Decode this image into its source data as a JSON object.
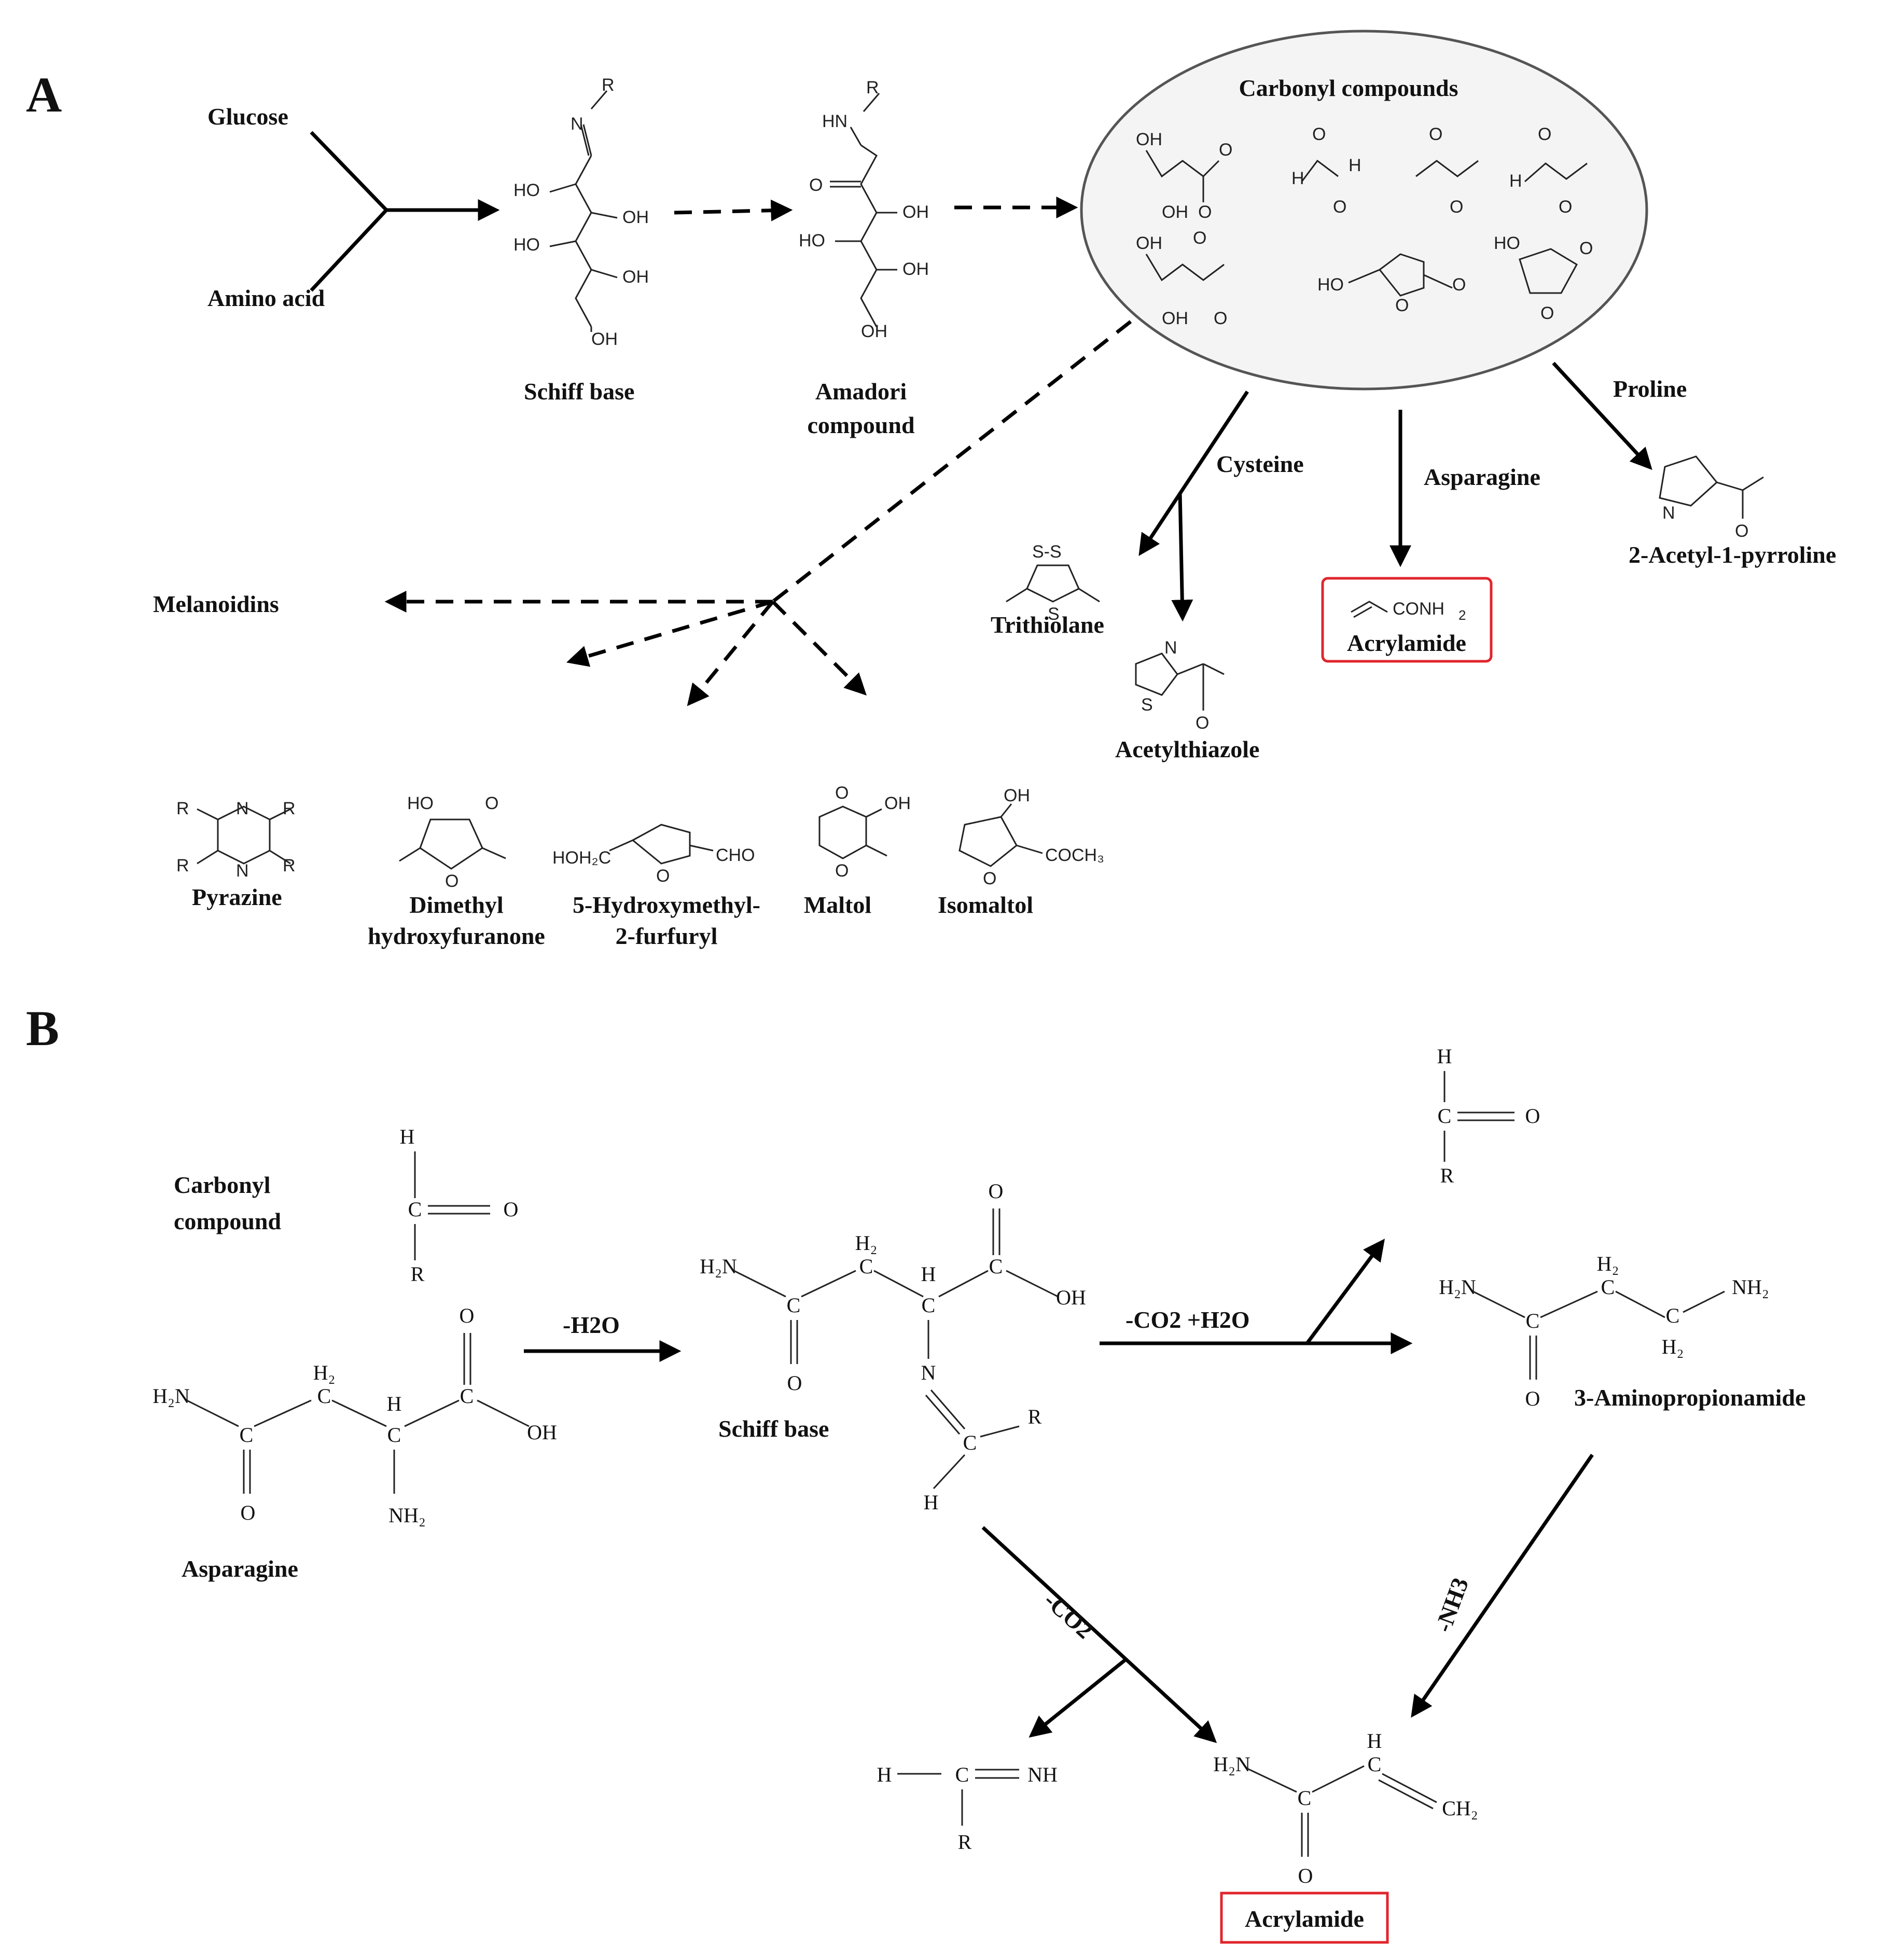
{
  "panel_a": {
    "letter": "A",
    "glucose": "Glucose",
    "amino_acid": "Amino  acid",
    "schiff_base": "Schiff base",
    "amadori_1": "Amadori",
    "amadori_2": "compound",
    "carbonyl_compounds": "Carbonyl  compounds",
    "cysteine": "Cysteine",
    "asparagine": "Asparagine",
    "proline": "Proline",
    "trithiolane": "Trithiolane",
    "acetylthiazole": "Acetylthiazole",
    "acrylamide": "Acrylamide",
    "acrylamide_formula": "CONH",
    "pyrroline": "2-Acetyl-1-pyrroline",
    "melanoidins": "Melanoidins",
    "pyrazine": "Pyrazine",
    "dmhf_1": "Dimethyl",
    "dmhf_2": "hydroxyfuranone",
    "hmf_1": "5-Hydroxymethyl-",
    "hmf_2": "2-furfuryl",
    "maltol": "Maltol",
    "isomaltol": "Isomaltol"
  },
  "panel_b": {
    "letter": "B",
    "carbonyl_1": "Carbonyl",
    "carbonyl_2": "compound",
    "asparagine": "Asparagine",
    "minus_water": "-H2O",
    "schiff_base": "Schiff base",
    "decarb_hydrolysis": "-CO2  +H2O",
    "aminopropionamide": "3-Aminopropionamide",
    "minus_co2": "-CO2",
    "minus_nh3": "-NH3",
    "acrylamide": "Acrylamide"
  },
  "colors": {
    "highlight_box": "#e0262d",
    "ellipse_stroke": "#555555",
    "ellipse_fill": "#f4f4f4"
  }
}
